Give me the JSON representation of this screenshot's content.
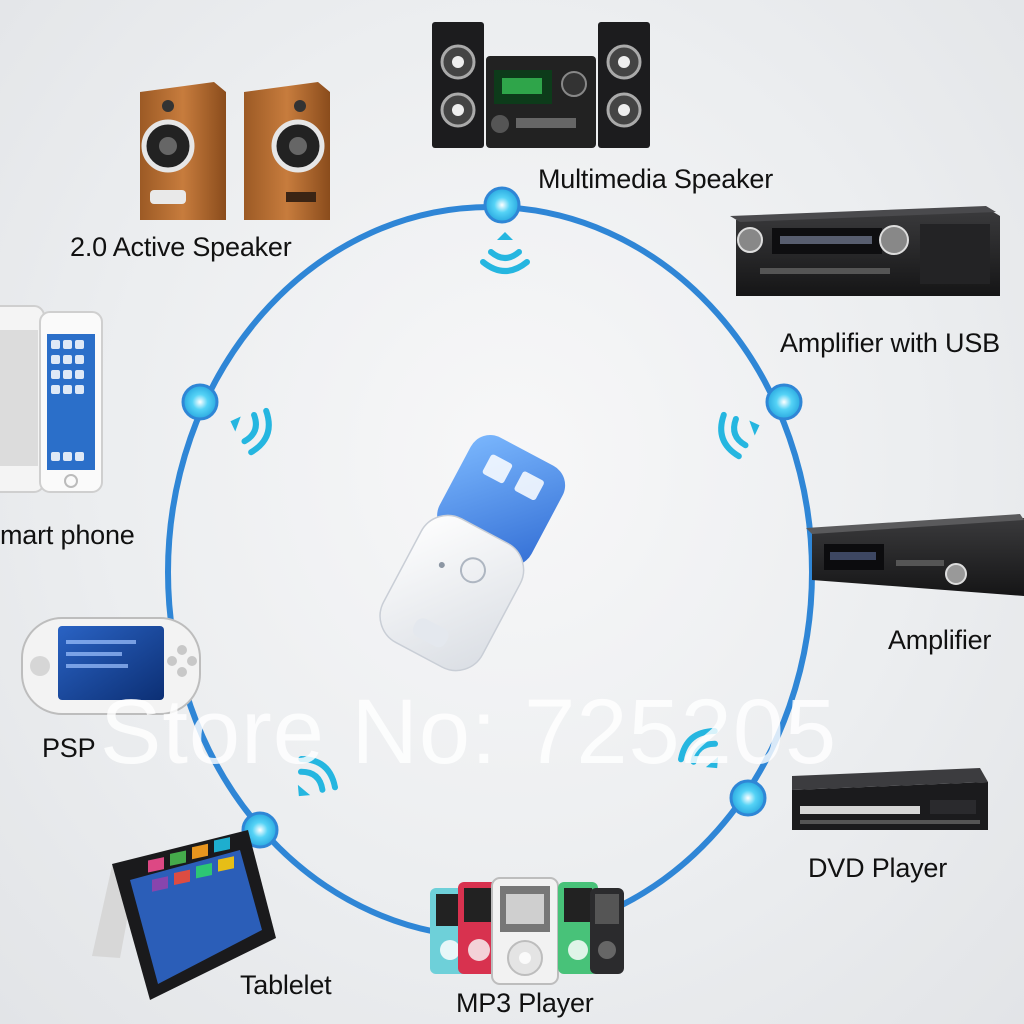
{
  "devices": [
    {
      "id": "multimedia-speaker",
      "label": "Multimedia Speaker",
      "icon": "multimedia-speaker-system-icon"
    },
    {
      "id": "active-speaker",
      "label": "2.0 Active Speaker",
      "icon": "active-speaker-pair-icon"
    },
    {
      "id": "amplifier-usb",
      "label": "Amplifier with USB",
      "icon": "amplifier-with-usb-icon"
    },
    {
      "id": "smart-phone",
      "label": "mart phone",
      "icon": "smart-phone-icon"
    },
    {
      "id": "amplifier",
      "label": "Amplifier",
      "icon": "amplifier-icon"
    },
    {
      "id": "psp",
      "label": "PSP",
      "icon": "psp-console-icon"
    },
    {
      "id": "dvd-player",
      "label": "DVD Player",
      "icon": "dvd-player-icon"
    },
    {
      "id": "tablelet",
      "label": "Tablelet",
      "icon": "tablet-laptop-icon"
    },
    {
      "id": "mp3-player",
      "label": "MP3 Player",
      "icon": "mp3-player-icon"
    }
  ],
  "center": {
    "icon": "bluetooth-usb-dongle-icon"
  },
  "watermark": "Store No: 725205",
  "colors": {
    "ring": "#2f86d6",
    "node": "#37c3ee",
    "signal": "#25b6e0"
  }
}
